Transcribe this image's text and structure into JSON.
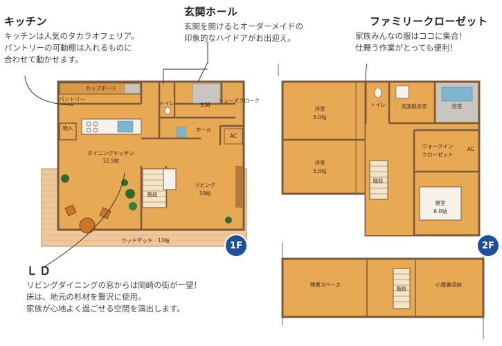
{
  "annotations": {
    "kitchen": {
      "title": "キッチン",
      "lines": [
        "キッチンは人気のタカラオフェリア。",
        "パントリーの可動棚は入れるものに",
        "合わせて動かせます。"
      ]
    },
    "entrance": {
      "title": "玄関ホール",
      "lines": [
        "玄関を開けるとオーダーメイドの",
        "印象的なハイドアがお出迎え。"
      ]
    },
    "closet": {
      "title": "ファミリークローゼット",
      "lines": [
        "家族みんなの服はココに集合！",
        "仕舞う作業がとっても便利！"
      ]
    },
    "ld": {
      "title": "ＬＤ",
      "lines": [
        "リビングダイニングの窓からは岡崎の街が一望！",
        "床は、地元の杉材を贅沢に使用。",
        "家族が心地よく過ごせる空間を演出します。"
      ]
    }
  },
  "floor1": {
    "badge": "1F",
    "rooms": {
      "cupboard": "カップボード",
      "pantry": "パントリー",
      "storage": "物入",
      "dining_kitchen": "ダイニングキッチン",
      "dining_kitchen_size": "12.5帖",
      "toilet": "トイレ",
      "entrance": "玄関",
      "shoe_closet": "シューズクローク",
      "hall": "ホール",
      "ac": "AC",
      "stairs": "階段",
      "living": "リビング",
      "living_size": "10帖",
      "wood_deck": "ウッドデッキ　13帖"
    }
  },
  "floor2": {
    "badge": "2F",
    "rooms": {
      "western1": "洋室",
      "western1_size": "5.0帖",
      "western2": "洋室",
      "western2_size": "5.0帖",
      "toilet": "トイレ",
      "washroom": "洗面脱衣室",
      "bath": "浴室",
      "walkin_closet_1": "ウォークイン",
      "walkin_closet_2": "クローゼット",
      "ac": "AC",
      "stairs": "階段",
      "bedroom": "寝室",
      "bedroom_size": "6.0帖"
    }
  },
  "attic": {
    "rooms": {
      "storage_space": "物置スペース",
      "stairs": "階段",
      "loft_storage": "小屋裏収納"
    }
  },
  "colors": {
    "floor_wood": "#e8a955",
    "deck_wood": "#efc79a",
    "wall": "#8a6a4a",
    "badge": "#1e4f9a",
    "gray_room": "#c9c6c0"
  }
}
